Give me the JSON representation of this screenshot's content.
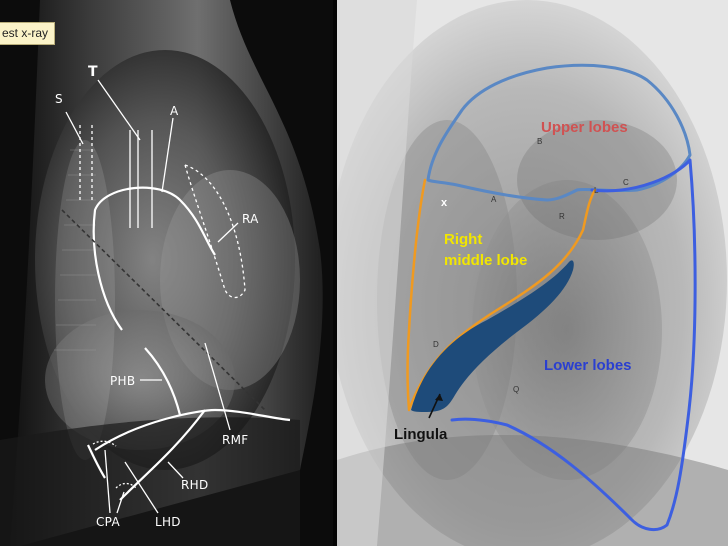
{
  "caption": "est x-ray",
  "left_labels": {
    "t": "T",
    "s": "S",
    "a": "A",
    "ra": "RA",
    "phb": "PHB",
    "rmf": "RMF",
    "rhd": "RHD",
    "cpa": "CPA",
    "lhd": "LHD"
  },
  "right_labels": {
    "upper_lobes": "Upper lobes",
    "right_middle_lobe_line1": "Right",
    "right_middle_lobe_line2": "middle lobe",
    "lower_lobes": "Lower lobes",
    "lingula": "Lingula",
    "b": "B",
    "l": "L",
    "c": "C",
    "x": "x",
    "a": "A",
    "r": "R",
    "d": "D",
    "q": "Q"
  },
  "colors": {
    "upper_lobes_text": "#d05252",
    "right_middle_lobe_text": "#f2e600",
    "lower_lobes_text": "#2a3fd0",
    "lingula_text": "#111111",
    "upper_outline": "#5a88c4",
    "lower_outline": "#3d5fe0",
    "middle_outline": "#f09a20",
    "lingula_fill": "#1e4b7a"
  }
}
